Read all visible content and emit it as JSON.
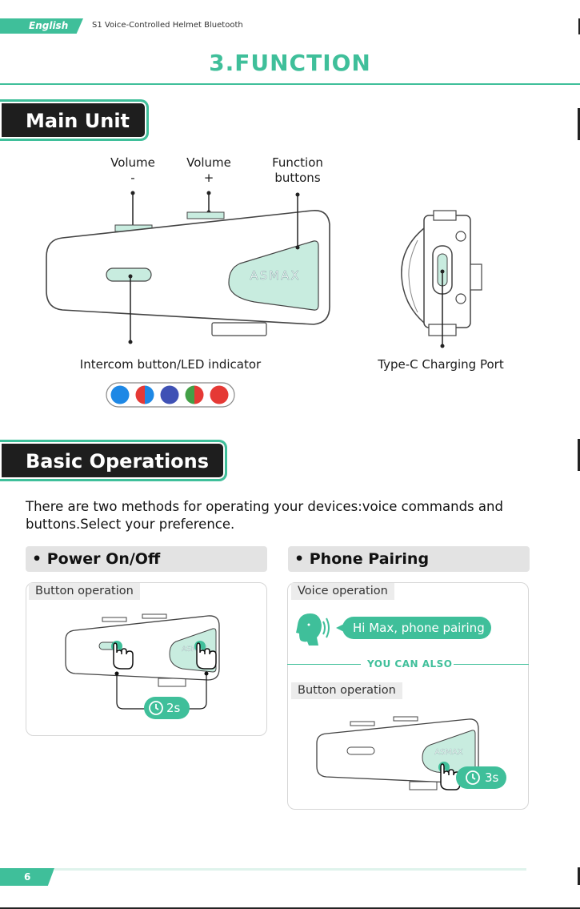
{
  "header": {
    "language_tab": "English",
    "doc_title": "S1 Voice-Controlled Helmet Bluetooth"
  },
  "page_title": "3.FUNCTION",
  "main_unit": {
    "heading": "Main Unit",
    "labels": {
      "volume_minus": [
        "Volume",
        "-"
      ],
      "volume_plus": [
        "Volume",
        "+"
      ],
      "function_buttons": [
        "Function",
        "buttons"
      ],
      "intercom": "Intercom button/LED indicator",
      "type_c": "Type-C Charging Port"
    },
    "brand_logo": "ASMAX",
    "led_colors": [
      [
        "#1e88e5",
        "#1e88e5"
      ],
      [
        "#e53935",
        "#1e88e5"
      ],
      [
        "#3f51b5",
        "#3f51b5"
      ],
      [
        "#43a047",
        "#e53935"
      ],
      [
        "#e53935",
        "#e53935"
      ]
    ]
  },
  "basic_operations": {
    "heading": "Basic Operations",
    "intro": "There are two methods for operating your devices:voice commands and buttons.Select your preference.",
    "power": {
      "heading": "• Power On/Off",
      "chip": "Button operation",
      "timer": "2s"
    },
    "pairing": {
      "heading": "• Phone Pairing",
      "voice_chip": "Voice operation",
      "voice_command": "Hi Max, phone pairing",
      "you_can_also": "YOU CAN ALSO",
      "button_chip": "Button operation",
      "timer": "3s"
    }
  },
  "footer": {
    "page_number": "6"
  },
  "colors": {
    "accent": "#3fbf9a",
    "mint": "#c8ecdf",
    "dark": "#1e1e1e"
  }
}
